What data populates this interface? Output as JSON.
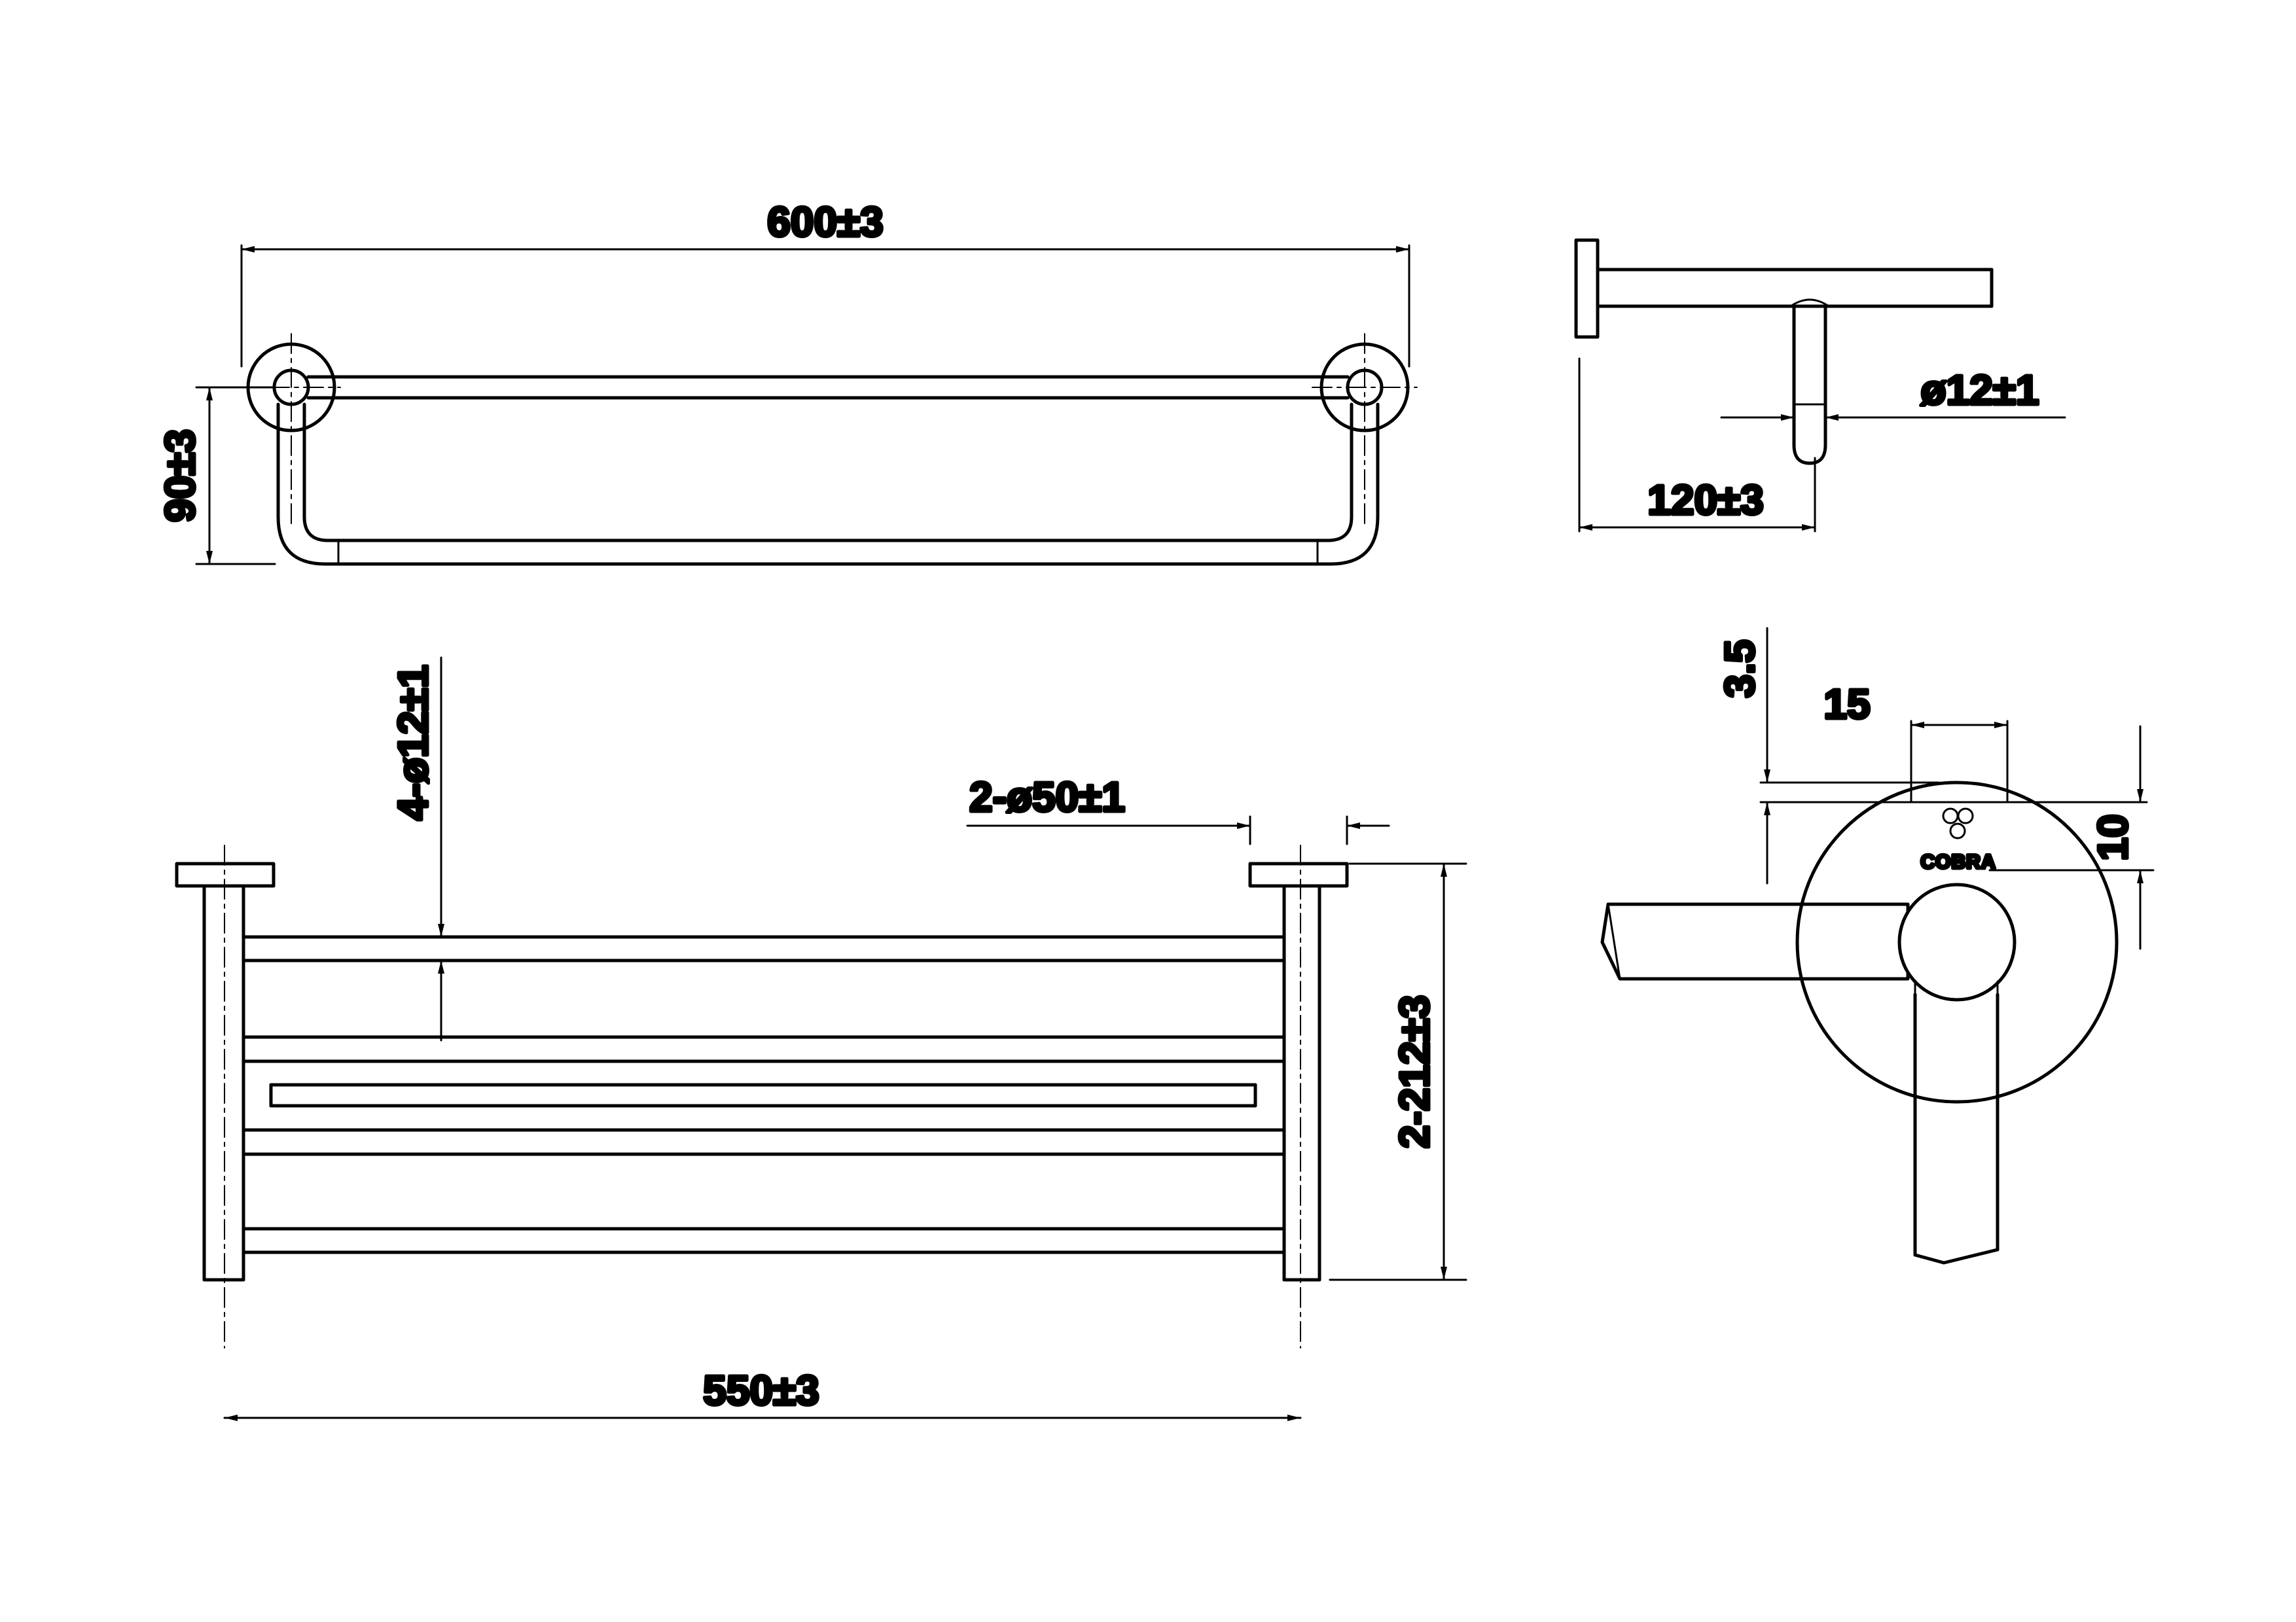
{
  "drawing": {
    "line_color": "#000000",
    "background": "#ffffff"
  },
  "dimensions": {
    "overall_length": "600±3",
    "depth": "90±3",
    "projection": "120±3",
    "rail_diameter": "ø12±1",
    "rail_count_diameter": "4-ø12±1",
    "flange_diameter": "2-ø50±1",
    "mount_spacing": "2-212±3",
    "rail_length": "550±3",
    "flange_thickness": "3.5",
    "detail_width": "15",
    "detail_height": "10"
  },
  "logo": {
    "text": "COBRA",
    "icon": "cobra-logo-icon"
  }
}
